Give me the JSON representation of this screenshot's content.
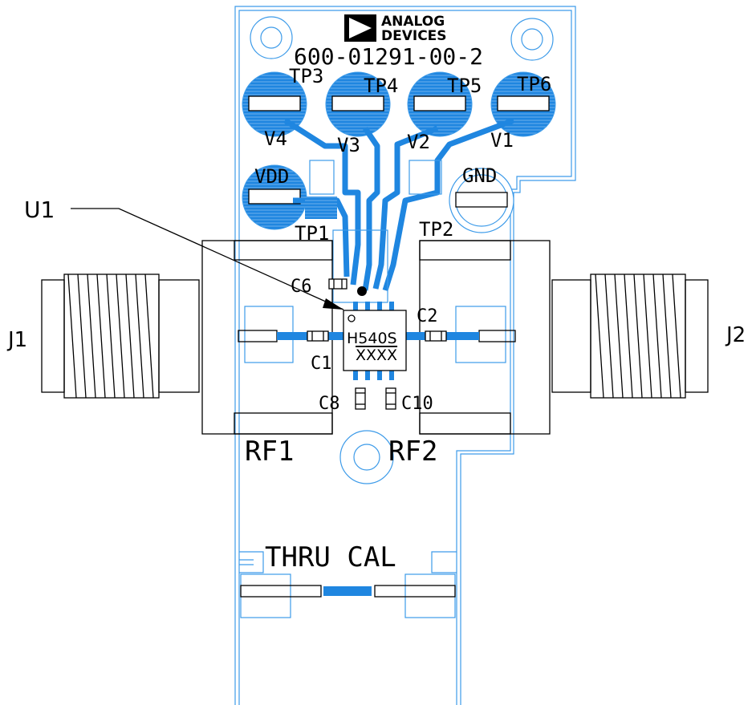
{
  "brand": {
    "line1": "ANALOG",
    "line2": "DEVICES"
  },
  "board_part_number": "600-01291-00-2",
  "chip": {
    "marking1": "H540S",
    "marking2": "XXXX"
  },
  "labels": {
    "u1": "U1",
    "j1": "J1",
    "j2": "J2",
    "tp1": "TP1",
    "tp2": "TP2",
    "tp3": "TP3",
    "tp4": "TP4",
    "tp5": "TP5",
    "tp6": "TP6",
    "v1": "V1",
    "v2": "V2",
    "v3": "V3",
    "v4": "V4",
    "vdd": "VDD",
    "gnd": "GND",
    "c1": "C1",
    "c2": "C2",
    "c6": "C6",
    "c8": "C8",
    "c10": "C10",
    "rf1": "RF1",
    "rf2": "RF2",
    "thru_cal": "THRU CAL"
  },
  "colors": {
    "copper": "#1f86e0",
    "outline": "#3d9be9",
    "ink": "#000000"
  }
}
